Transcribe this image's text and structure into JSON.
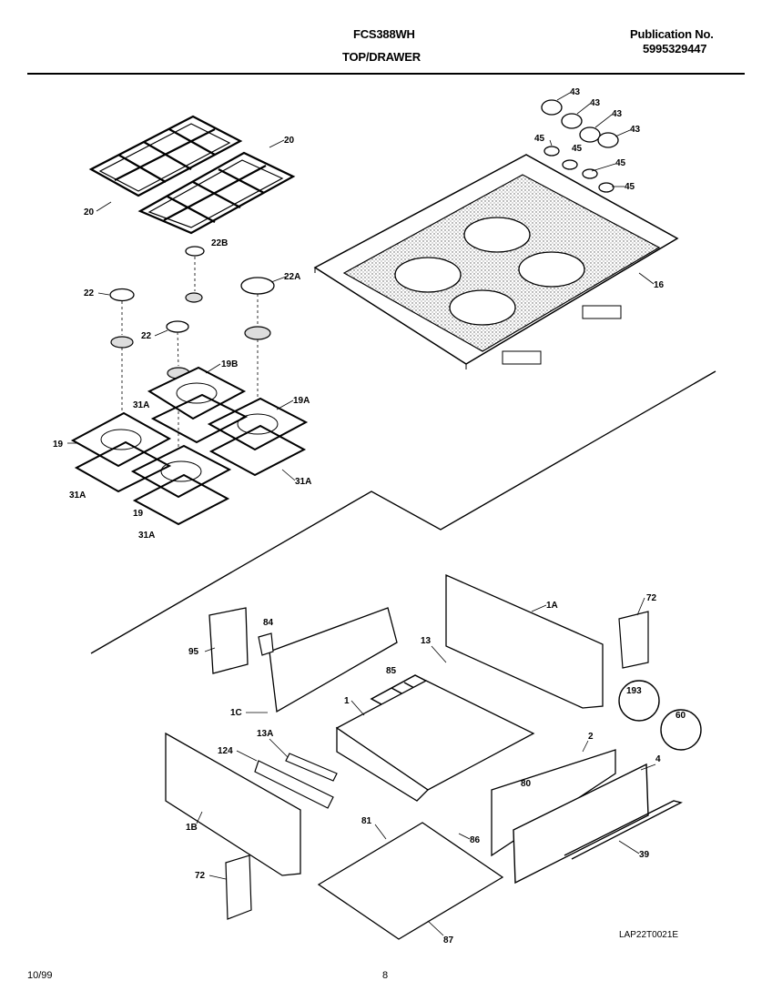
{
  "header": {
    "model": "FCS388WH",
    "section": "TOP/DRAWER",
    "publication_label": "Publication No.",
    "publication_number": "5995329447"
  },
  "footer": {
    "date": "10/99",
    "page_number": "8",
    "figure_code": "LAP22T0021E"
  },
  "callouts": {
    "c43a": "43",
    "c43b": "43",
    "c43c": "43",
    "c43d": "43",
    "c45a": "45",
    "c45b": "45",
    "c45c": "45",
    "c45d": "45",
    "c20a": "20",
    "c20b": "20",
    "c22b": "22B",
    "c22a": "22A",
    "c22_1": "22",
    "c22_2": "22",
    "c16": "16",
    "c19b": "19B",
    "c19a": "19A",
    "c19_1": "19",
    "c19_2": "19",
    "c31a_1": "31A",
    "c31a_2": "31A",
    "c31a_3": "31A",
    "c31a_4": "31A",
    "c72_1": "72",
    "c72_2": "72",
    "c84": "84",
    "c95": "95",
    "c1a": "1A",
    "c13": "13",
    "c85": "85",
    "c1": "1",
    "c1c": "1C",
    "c193": "193",
    "c60": "60",
    "c13a": "13A",
    "c124": "124",
    "c2": "2",
    "c4": "4",
    "c80": "80",
    "c1b": "1B",
    "c81": "81",
    "c86": "86",
    "c39": "39",
    "c87": "87"
  }
}
